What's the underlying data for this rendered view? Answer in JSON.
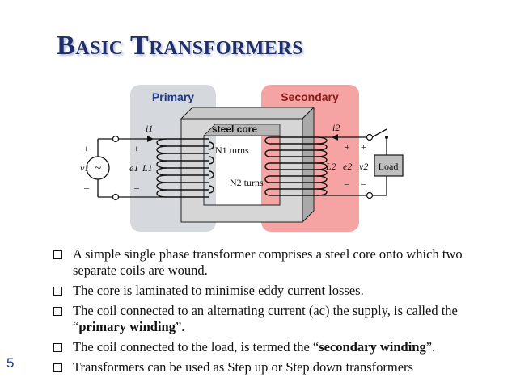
{
  "slide": {
    "title_b": "B",
    "title_asic": "ASIC",
    "title_t": "T",
    "title_ransformers": "RANSFORMERS",
    "page_number": "5"
  },
  "diagram": {
    "primary_label": "Primary",
    "secondary_label": "Secondary",
    "core_label": "steel core",
    "n1_label": "N1 turns",
    "n2_label": "N2 turns",
    "i1": "i1",
    "i2": "i2",
    "v1": "v1",
    "e1": "e1",
    "L1": "L1",
    "L2": "L2",
    "e2": "e2",
    "v2": "v2",
    "load_label": "Load",
    "plus": "+",
    "minus": "–",
    "source_symbol": "~",
    "colors": {
      "primary_region": "#d5d8dc",
      "secondary_region": "#f6a3a3",
      "core_front": "#d6d6d6",
      "core_top": "#c8c8c8",
      "core_side": "#a9a9a9",
      "primary_text": "#1f3b8a",
      "secondary_text": "#8b1a1a"
    }
  },
  "bullets": [
    {
      "pre": "A simple single phase transformer comprises a steel core onto which two separate coils are wound.",
      "bold": "",
      "post": ""
    },
    {
      "pre": "The core is laminated to minimise eddy current losses.",
      "bold": "",
      "post": ""
    },
    {
      "pre": "The coil  connected to an alternating current (ac) the supply,  is called the “",
      "bold": "primary winding",
      "post": "”."
    },
    {
      "pre": "The coil  connected to the load, is termed the “",
      "bold": "secondary winding",
      "post": "”."
    },
    {
      "pre": "Transformers can be used as Step up or Step down transformers",
      "bold": "",
      "post": ""
    }
  ]
}
